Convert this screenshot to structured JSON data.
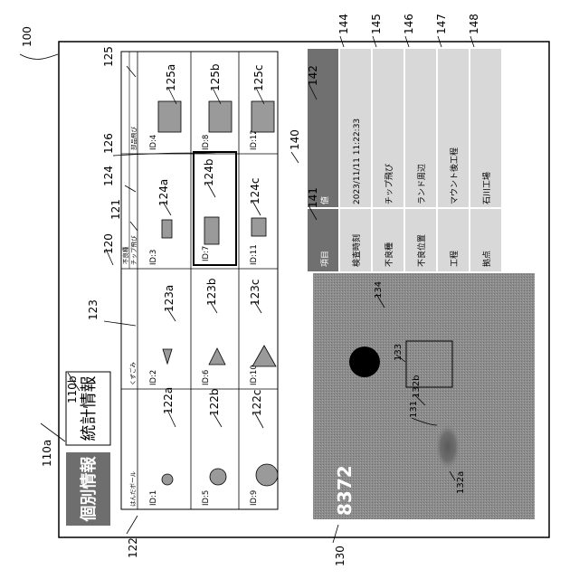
{
  "refs": {
    "r100": "100",
    "r110a": "110a",
    "r110b": "110b",
    "r120": "120",
    "r121": "121",
    "r122": "122",
    "r123": "123",
    "r124": "124",
    "r125": "125",
    "r126": "126",
    "r130": "130",
    "r131": "131",
    "r132a": "132a",
    "r132b": "132b",
    "r133": "133",
    "r134": "134",
    "r140": "140",
    "r141": "141",
    "r142": "142",
    "r144": "144",
    "r145": "145",
    "r146": "146",
    "r147": "147",
    "r148": "148",
    "r122a": "122a",
    "r122b": "122b",
    "r122c": "122c",
    "r123a": "123a",
    "r123b": "123b",
    "r123c": "123c",
    "r124a": "124a",
    "r124b": "124b",
    "r124c": "124c",
    "r125a": "125a",
    "r125b": "125b",
    "r125c": "125c"
  },
  "tabs": {
    "individual": "個別情報",
    "statistics": "統計情報"
  },
  "defect_table": {
    "group_label": "不良種",
    "columns": [
      "はんだボール",
      "くずごみ",
      "チップ飛び",
      "部品飛び"
    ],
    "ids": [
      [
        "ID:1",
        "ID:2",
        "ID:3",
        "ID:4"
      ],
      [
        "ID:5",
        "ID:6",
        "ID:7",
        "ID:8"
      ],
      [
        "ID:9",
        "ID:10",
        "ID:11",
        "ID:12"
      ]
    ]
  },
  "image_panel": {
    "counter": "8372"
  },
  "detail_table": {
    "header_item": "項目",
    "header_value": "値",
    "rows": [
      {
        "item": "検査時刻",
        "value": "2023/11/11 11:22:33"
      },
      {
        "item": "不良種",
        "value": "チップ飛び"
      },
      {
        "item": "不良位置",
        "value": "ランド周辺"
      },
      {
        "item": "工程",
        "value": "マウント後工程"
      },
      {
        "item": "拠点",
        "value": "石川工場"
      }
    ]
  },
  "colors": {
    "tab_active": "#6e6e6e",
    "shape_fill": "#9a9a9a",
    "header_fill": "#707070",
    "row_fill": "#d8d8d8",
    "image_fill": "#8a8a8a",
    "line": "#000000"
  }
}
